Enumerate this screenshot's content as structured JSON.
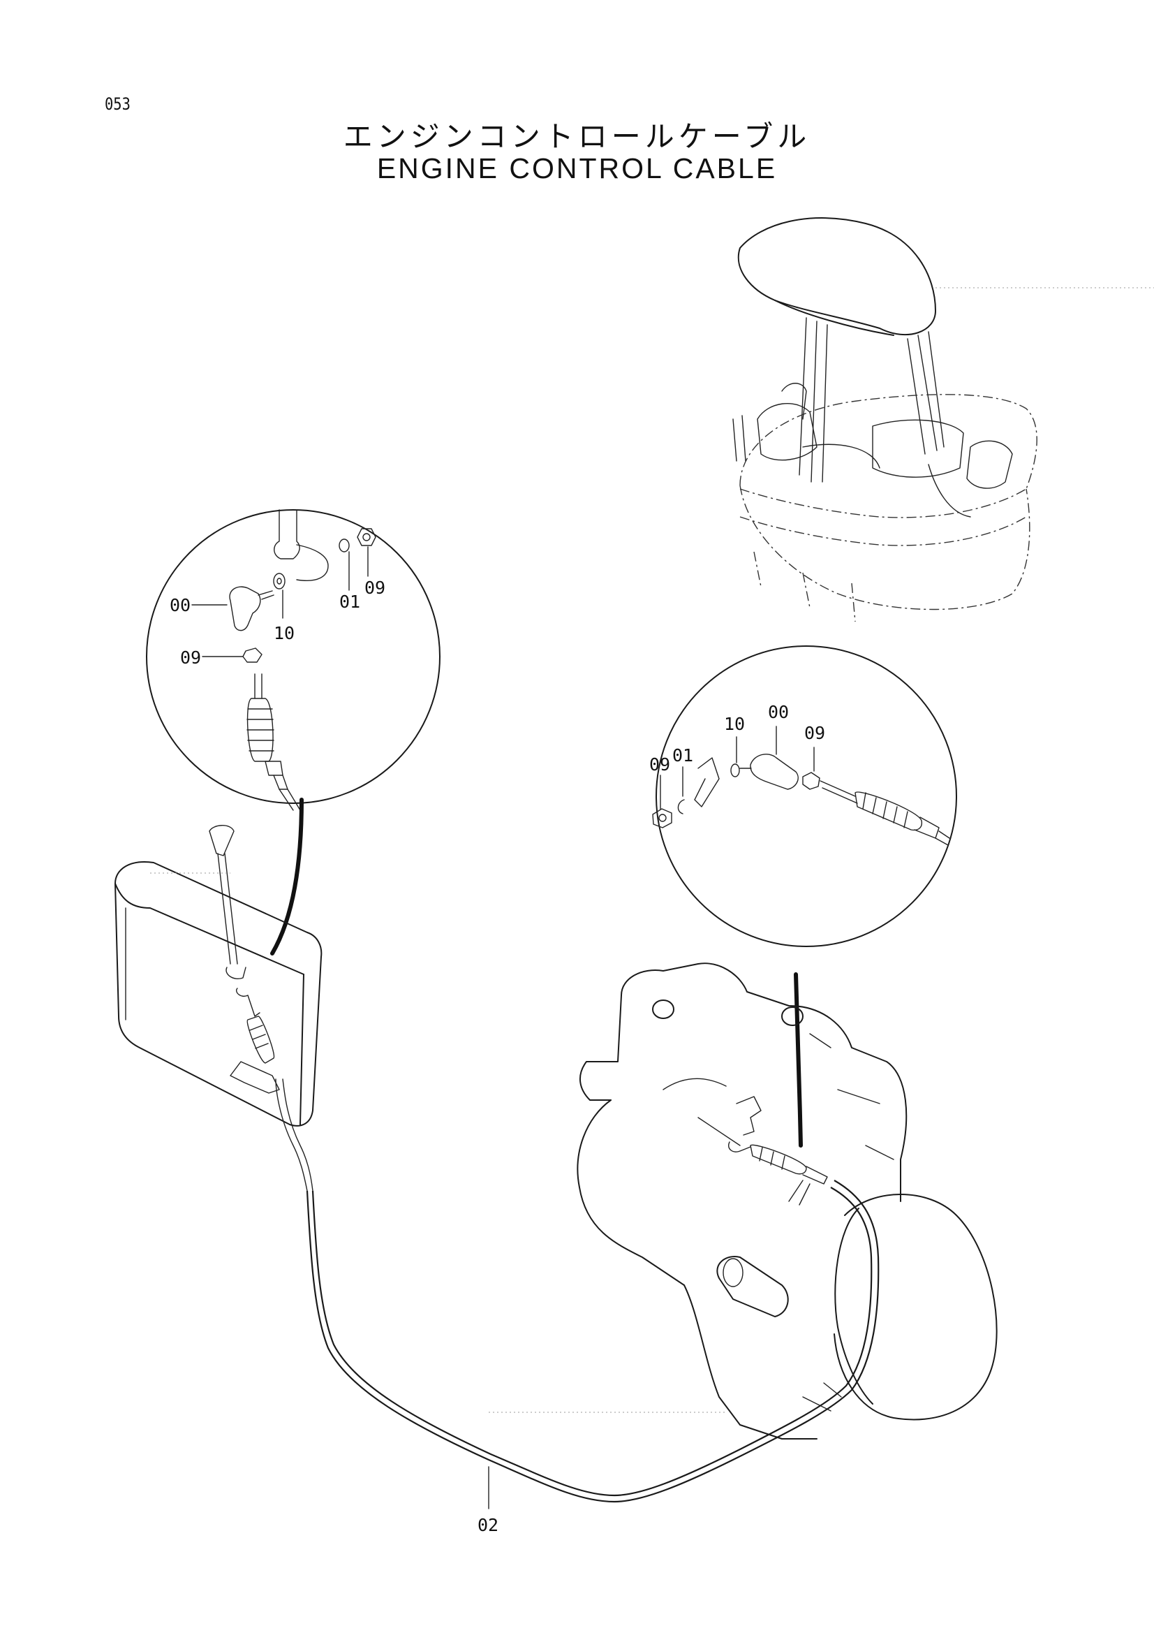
{
  "page_number": "053",
  "title_jp": "エンジンコントロールケーブル",
  "title_en": "ENGINE  CONTROL  CABLE",
  "callouts": {
    "left_detail": {
      "c00": "00",
      "c10": "10",
      "c01": "01",
      "c09_top": "09",
      "c09_mid": "09"
    },
    "right_detail": {
      "c10": "10",
      "c00": "00",
      "c09_right": "09",
      "c09_left": "09",
      "c01": "01"
    },
    "cable": "02"
  }
}
